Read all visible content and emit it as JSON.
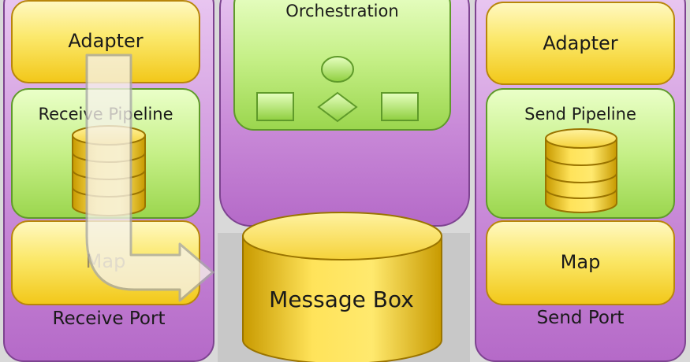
{
  "receive_port": {
    "adapter_label": "Adapter",
    "pipeline_label": "Receive Pipeline",
    "map_label": "Map",
    "port_label": "Receive Port"
  },
  "orchestration": {
    "label": "Orchestration"
  },
  "message_box": {
    "label": "Message Box"
  },
  "send_port": {
    "adapter_label": "Adapter",
    "pipeline_label": "Send Pipeline",
    "map_label": "Map",
    "port_label": "Send Port"
  },
  "colors": {
    "yellow": "#f2c81a",
    "green": "#9bd64e",
    "purple": "#c98ad8",
    "orange": "#f0a020"
  }
}
